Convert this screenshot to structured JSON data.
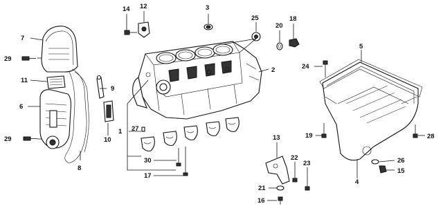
{
  "callouts": [
    {
      "id": "c1",
      "label": "1"
    },
    {
      "id": "c2",
      "label": "2"
    },
    {
      "id": "c3",
      "label": "3"
    },
    {
      "id": "c4",
      "label": "4"
    },
    {
      "id": "c5",
      "label": "5"
    },
    {
      "id": "c6",
      "label": "6"
    },
    {
      "id": "c7",
      "label": "7"
    },
    {
      "id": "c8",
      "label": "8"
    },
    {
      "id": "c9",
      "label": "9"
    },
    {
      "id": "c10",
      "label": "10"
    },
    {
      "id": "c11",
      "label": "11"
    },
    {
      "id": "c12",
      "label": "12"
    },
    {
      "id": "c13",
      "label": "13"
    },
    {
      "id": "c14",
      "label": "14"
    },
    {
      "id": "c15",
      "label": "15"
    },
    {
      "id": "c16",
      "label": "16"
    },
    {
      "id": "c17",
      "label": "17"
    },
    {
      "id": "c18",
      "label": "18"
    },
    {
      "id": "c19",
      "label": "19"
    },
    {
      "id": "c20",
      "label": "20"
    },
    {
      "id": "c21",
      "label": "21"
    },
    {
      "id": "c22",
      "label": "22"
    },
    {
      "id": "c23",
      "label": "23"
    },
    {
      "id": "c24",
      "label": "24"
    },
    {
      "id": "c25",
      "label": "25"
    },
    {
      "id": "c26",
      "label": "26"
    },
    {
      "id": "c27",
      "label": "27"
    },
    {
      "id": "c28",
      "label": "28"
    },
    {
      "id": "c29a",
      "label": "29"
    },
    {
      "id": "c29b",
      "label": "29"
    },
    {
      "id": "c30",
      "label": "30"
    }
  ]
}
